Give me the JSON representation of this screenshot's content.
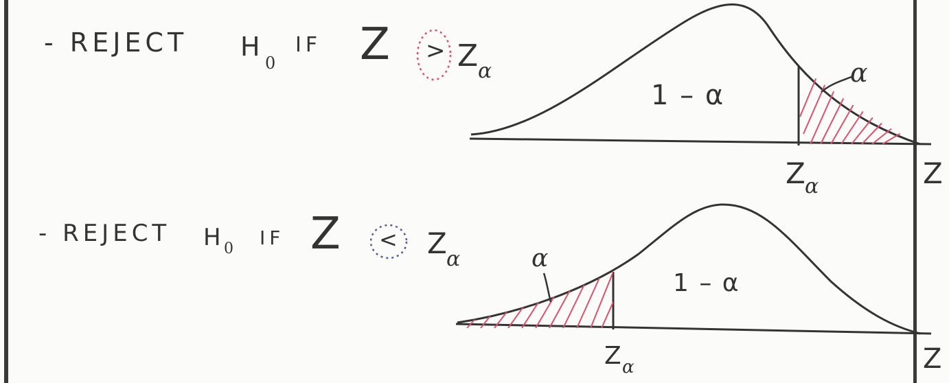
{
  "rule_upper": {
    "dash_text": "- REJECT",
    "h": "H",
    "h_sub": "0",
    "if_text": "IF",
    "z": "Z",
    "operator": ">",
    "z_alpha": "Z",
    "z_alpha_sub": "α"
  },
  "rule_lower": {
    "dash_text": "- REJECT",
    "h": "H",
    "h_sub": "0",
    "if_text": "IF",
    "z": "Z",
    "operator": "<",
    "z_alpha": "Z",
    "z_alpha_sub": "α"
  },
  "curve_upper": {
    "center_label": "1 – α",
    "tail_label": "α",
    "critical_label": "Z",
    "critical_label_sub": "α",
    "axis_label": "Z"
  },
  "curve_lower": {
    "center_label": "1 – α",
    "tail_label": "α",
    "critical_label": "Z",
    "critical_label_sub": "α",
    "axis_label": "Z"
  },
  "colors": {
    "ink": "#333333",
    "rejection_hatch": "#e0506a",
    "upper_circle": "#e0506a",
    "lower_circle": "#5a5a9a"
  }
}
